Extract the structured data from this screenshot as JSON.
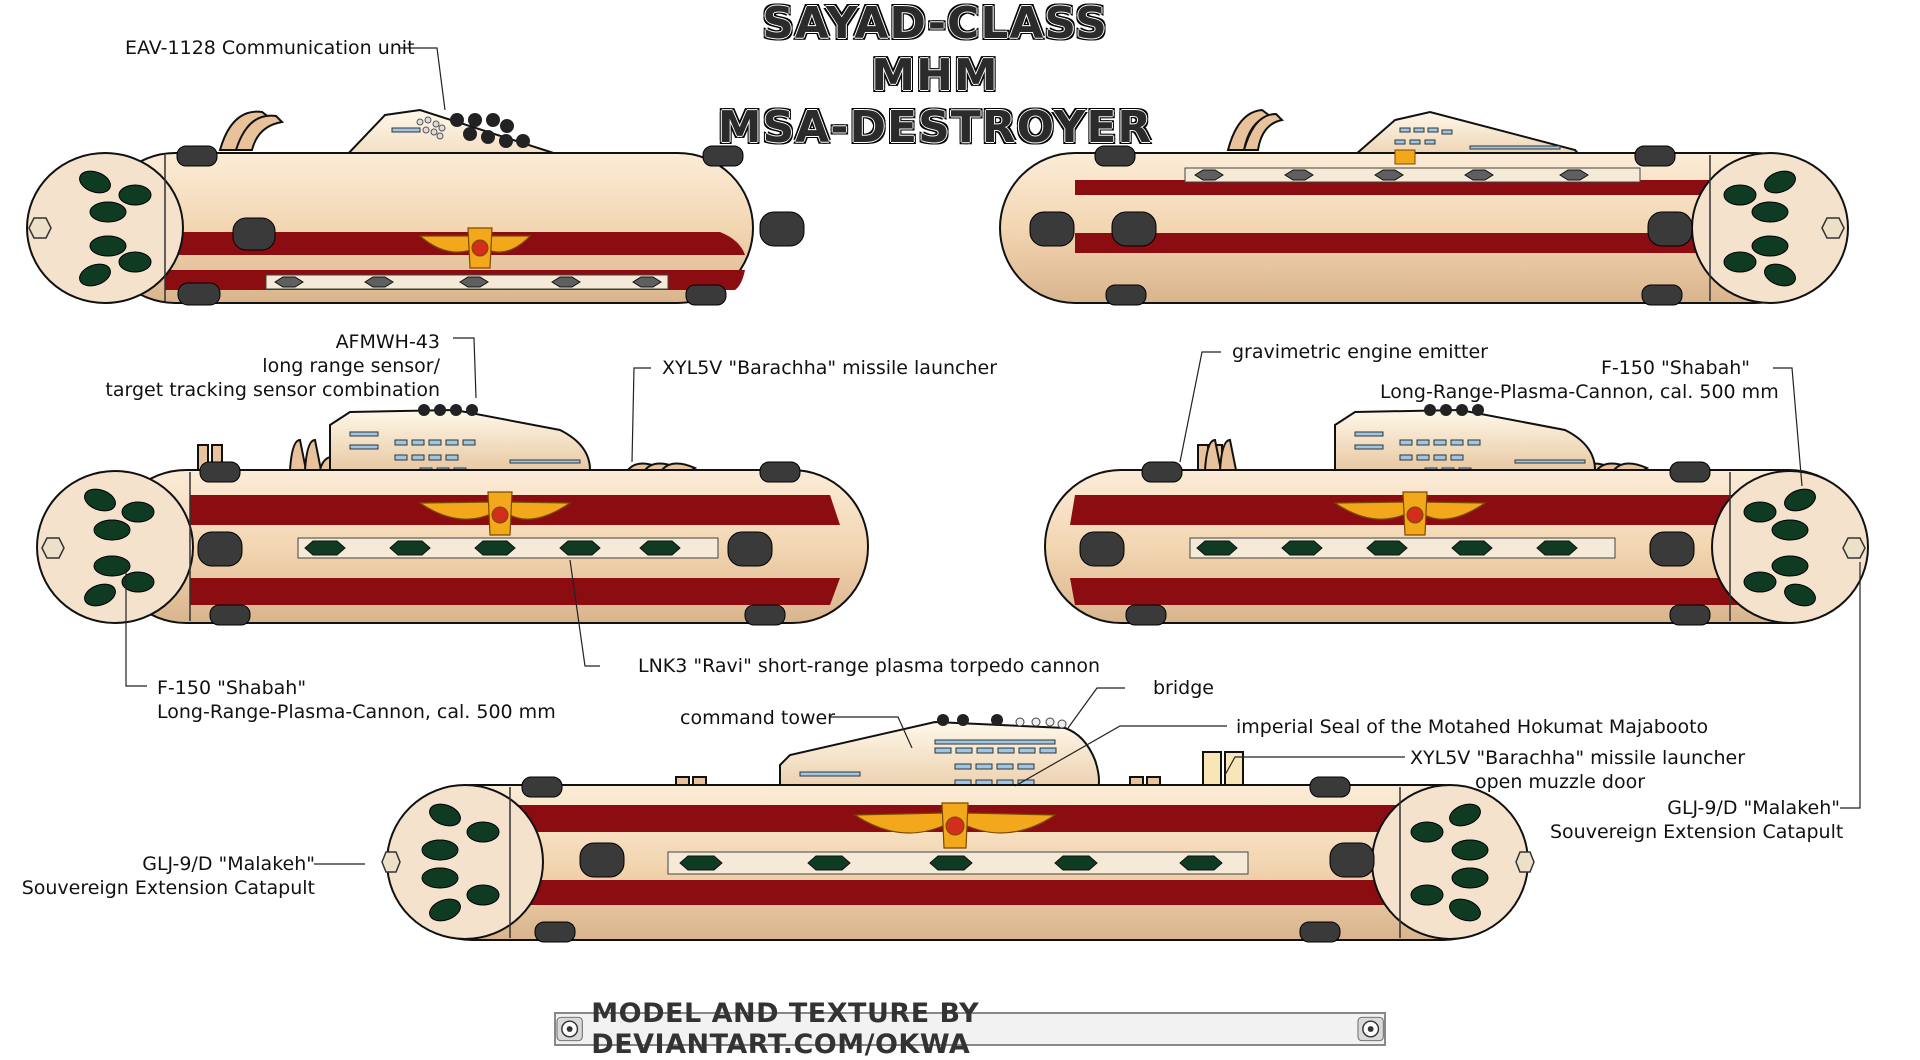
{
  "title": {
    "line1": "SAYAD-CLASS",
    "line2": "MHM",
    "line3": "MSA-DESTROYER"
  },
  "labels": {
    "eav": "EAV-1128 Communication unit",
    "afmwh_1": "AFMWH-43",
    "afmwh_2": "long range sensor/",
    "afmwh_3": "target tracking sensor combination",
    "xyl5v_mid": "XYL5V \"Barachha\" missile launcher",
    "lnk3": "LNK3 \"Ravi\" short-range plasma torpedo cannon",
    "f150_left_1": "F-150 \"Shabah\"",
    "f150_left_2": "Long-Range-Plasma-Cannon, cal. 500 mm",
    "gravimetric": "gravimetric engine emitter",
    "f150_right_1": "F-150 \"Shabah\"",
    "f150_right_2": "Long-Range-Plasma-Cannon, cal. 500 mm",
    "command_tower": "command tower",
    "bridge": "bridge",
    "seal": "imperial Seal of the Motahed Hokumat Majabooto",
    "xyl5v_bot_1": "XYL5V \"Barachha\" missile launcher",
    "xyl5v_bot_2": "open muzzle door",
    "glj_right_1": "GLJ-9/D \"Malakeh\"",
    "glj_right_2": "Souvereign Extension Catapult",
    "glj_left_1": "GLJ-9/D \"Malakeh\"",
    "glj_left_2": "Souvereign Extension Catapult"
  },
  "credit": {
    "text": "MODEL AND TEXTURE BY DEVIANTART.COM/OKWA"
  },
  "colors": {
    "hull": "#f5d9b8",
    "stripe": "#8b0d12",
    "pod": "#3a3a3a",
    "port": "#0f3b23",
    "seal": "#f2a81a"
  }
}
